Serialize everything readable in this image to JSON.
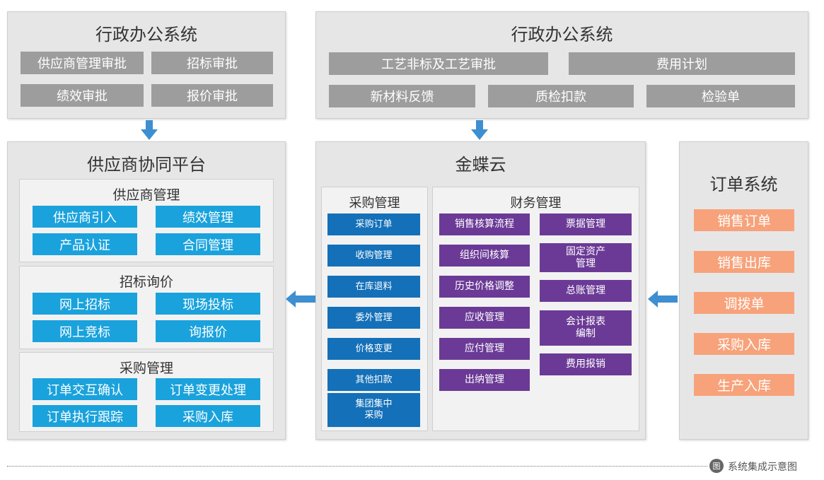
{
  "top_left": {
    "title": "行政办公系统",
    "items": [
      "供应商管理审批",
      "招标审批",
      "绩效审批",
      "报价审批"
    ]
  },
  "top_right": {
    "title": "行政办公系统",
    "items": [
      "工艺非标及工艺审批",
      "费用计划",
      "新材料反馈",
      "质检扣款",
      "检验单"
    ]
  },
  "supplier_platform": {
    "title": "供应商协同平台",
    "groups": [
      {
        "title": "供应商管理",
        "items": [
          "供应商引入",
          "绩效管理",
          "产品认证",
          "合同管理"
        ]
      },
      {
        "title": "招标询价",
        "items": [
          "网上招标",
          "现场投标",
          "网上竞标",
          "询报价"
        ]
      },
      {
        "title": "采购管理",
        "items": [
          "订单交互确认",
          "订单变更处理",
          "订单执行跟踪",
          "采购入库"
        ]
      }
    ]
  },
  "kingdee": {
    "title": "金蝶云",
    "purchase": {
      "title": "采购管理",
      "items": [
        "采购订单",
        "收购管理",
        "在库退料",
        "委外管理",
        "价格变更",
        "其他扣款",
        "集团集中\n采购"
      ]
    },
    "finance": {
      "title": "财务管理",
      "left_items": [
        "销售核算流程",
        "组织间核算",
        "历史价格调整",
        "应收管理",
        "应付管理",
        "出纳管理"
      ],
      "right_items": [
        "票据管理",
        "固定资产\n管理",
        "总账管理",
        "会计报表\n编制",
        "费用报销"
      ]
    }
  },
  "order_system": {
    "title": "订单系统",
    "items": [
      "销售订单",
      "销售出库",
      "调拨单",
      "采购入库",
      "生产入库"
    ]
  },
  "footer": {
    "icon": "图",
    "caption": "系统集成示意图"
  },
  "colors": {
    "panel": "#e6e6e6",
    "gray_box": "#9d9d9d",
    "cyan_box": "#1aa2dc",
    "blue_box": "#1470b8",
    "purple_box": "#6b3a96",
    "orange_box": "#f7a27a",
    "arrow": "#3d8fd1"
  }
}
